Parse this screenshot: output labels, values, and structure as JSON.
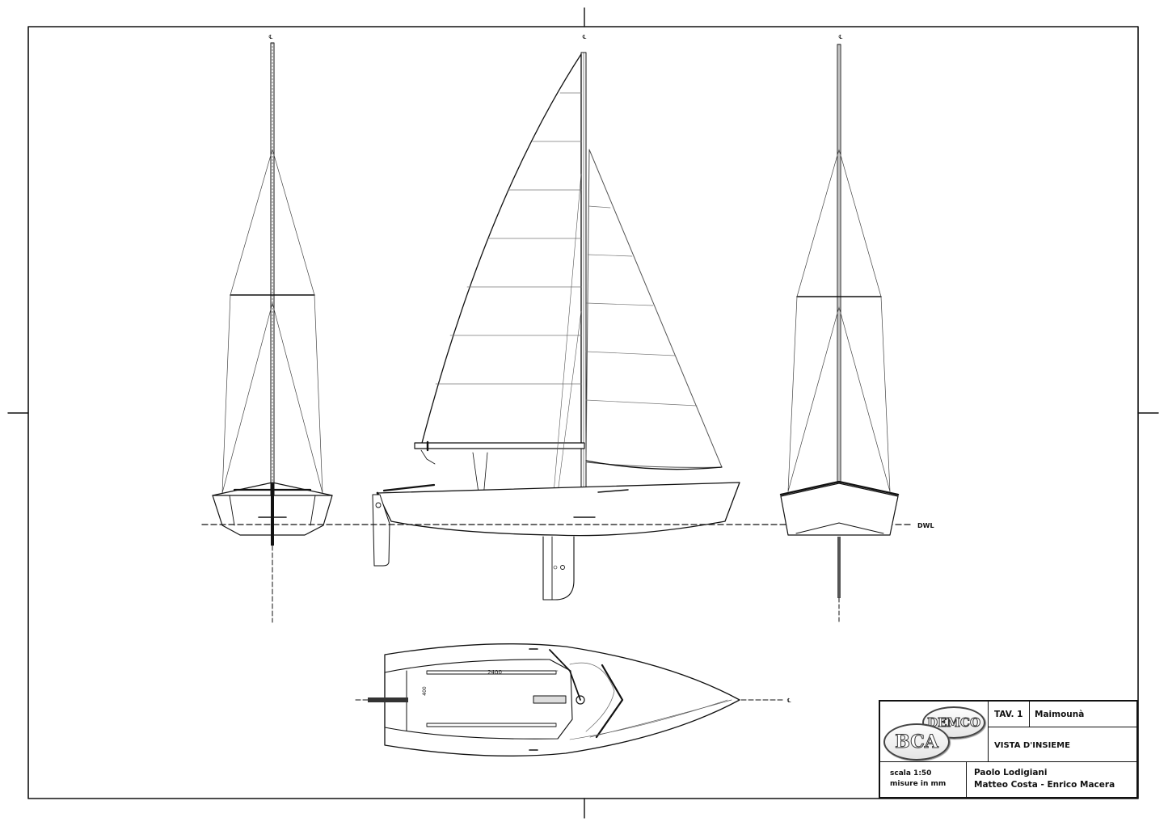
{
  "sheet": {
    "border_color": "#111111",
    "centerline_symbol": "℄",
    "waterline_label": "DWL"
  },
  "views": {
    "stern_view": {
      "label": "stern-section-view"
    },
    "profile_view": {
      "label": "sail-plan-profile"
    },
    "bow_view": {
      "label": "bow-section-view"
    },
    "deck_plan": {
      "label": "deck-plan",
      "dimension_length": "2400",
      "dimension_width": "400"
    }
  },
  "title_block": {
    "logo_top": "DEMCO",
    "logo_bottom": "BCA",
    "sheet_number": "TAV. 1",
    "project_name": "Maimounà",
    "drawing_title": "VISTA D'INSIEME",
    "scale": "scala 1:50",
    "units": "misure in mm",
    "author_1": "Paolo Lodigiani",
    "authors_2": "Matteo Costa - Enrico Macera"
  }
}
